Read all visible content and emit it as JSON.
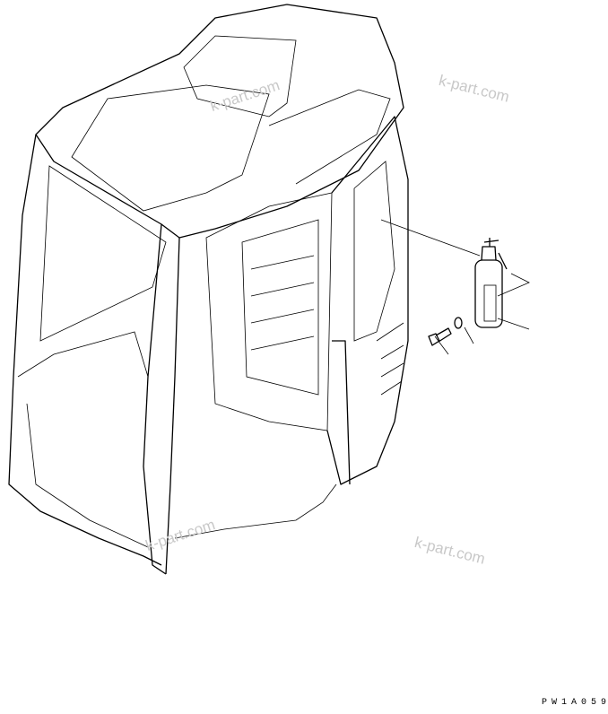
{
  "diagram": {
    "drawing_code": "PW1A059",
    "watermarks": [
      "k-part.com",
      "k-part.com",
      "k-part.com",
      "k-part.com"
    ],
    "parts": [
      "operator-cab",
      "fire-extinguisher",
      "bolt",
      "washer"
    ]
  }
}
